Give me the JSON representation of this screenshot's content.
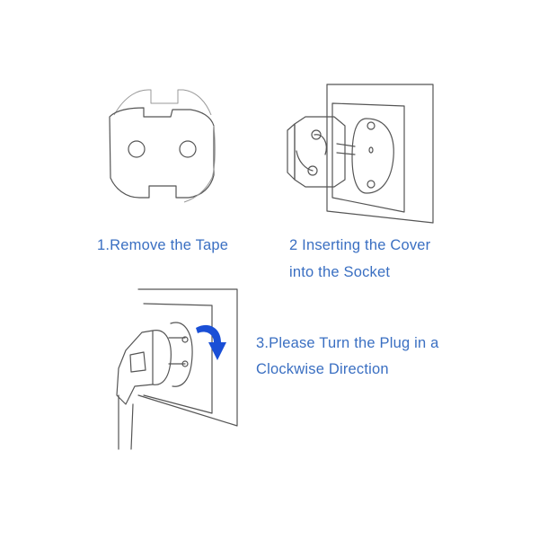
{
  "steps": [
    {
      "number": "1",
      "text": "1.Remove the Tape",
      "illustration": "socket-cover-front"
    },
    {
      "number": "2",
      "text_line1": "2 Inserting the Cover",
      "text_line2": "into the Socket",
      "illustration": "cover-inserting-into-socket"
    },
    {
      "number": "3",
      "text_line1": "3.Please Turn the Plug in a",
      "text_line2": "Clockwise Direction",
      "illustration": "plug-turning-clockwise"
    }
  ],
  "colors": {
    "caption": "#3a6fc2",
    "arrow": "#1a4fd6",
    "line": "#555555",
    "background": "#ffffff"
  },
  "icons": {
    "rotation_arrow": "clockwise-arrow-icon"
  }
}
